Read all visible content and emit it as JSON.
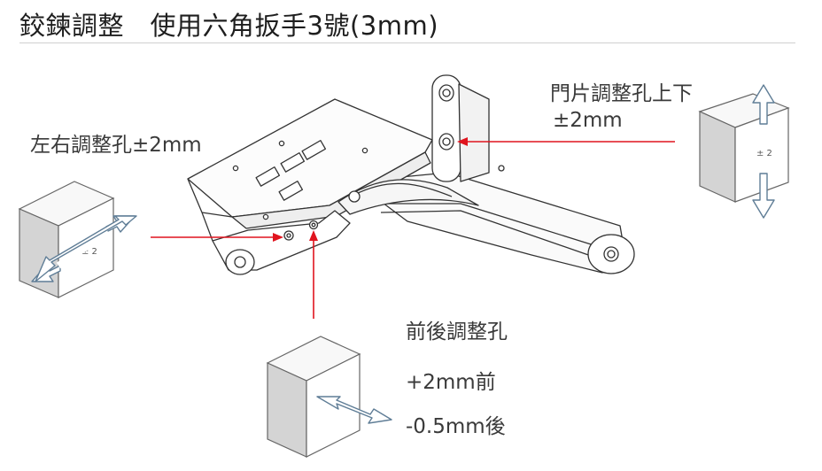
{
  "title": "鉸鍊調整　使用六角扳手3號(3mm)",
  "labels": {
    "door_adjust_line1": "門片調整孔上下",
    "door_adjust_line2": "±2mm",
    "lateral_adjust": "左右調整孔±2mm",
    "depth_adjust": "前後調整孔",
    "depth_forward": "+2mm前",
    "depth_back": "-0.5mm後"
  },
  "cube_marks": {
    "left": "± 2",
    "right": "± 2"
  },
  "colors": {
    "arrow_red": "#e0141e",
    "arrow_blue": "#5f7d96",
    "outline": "#333333"
  }
}
